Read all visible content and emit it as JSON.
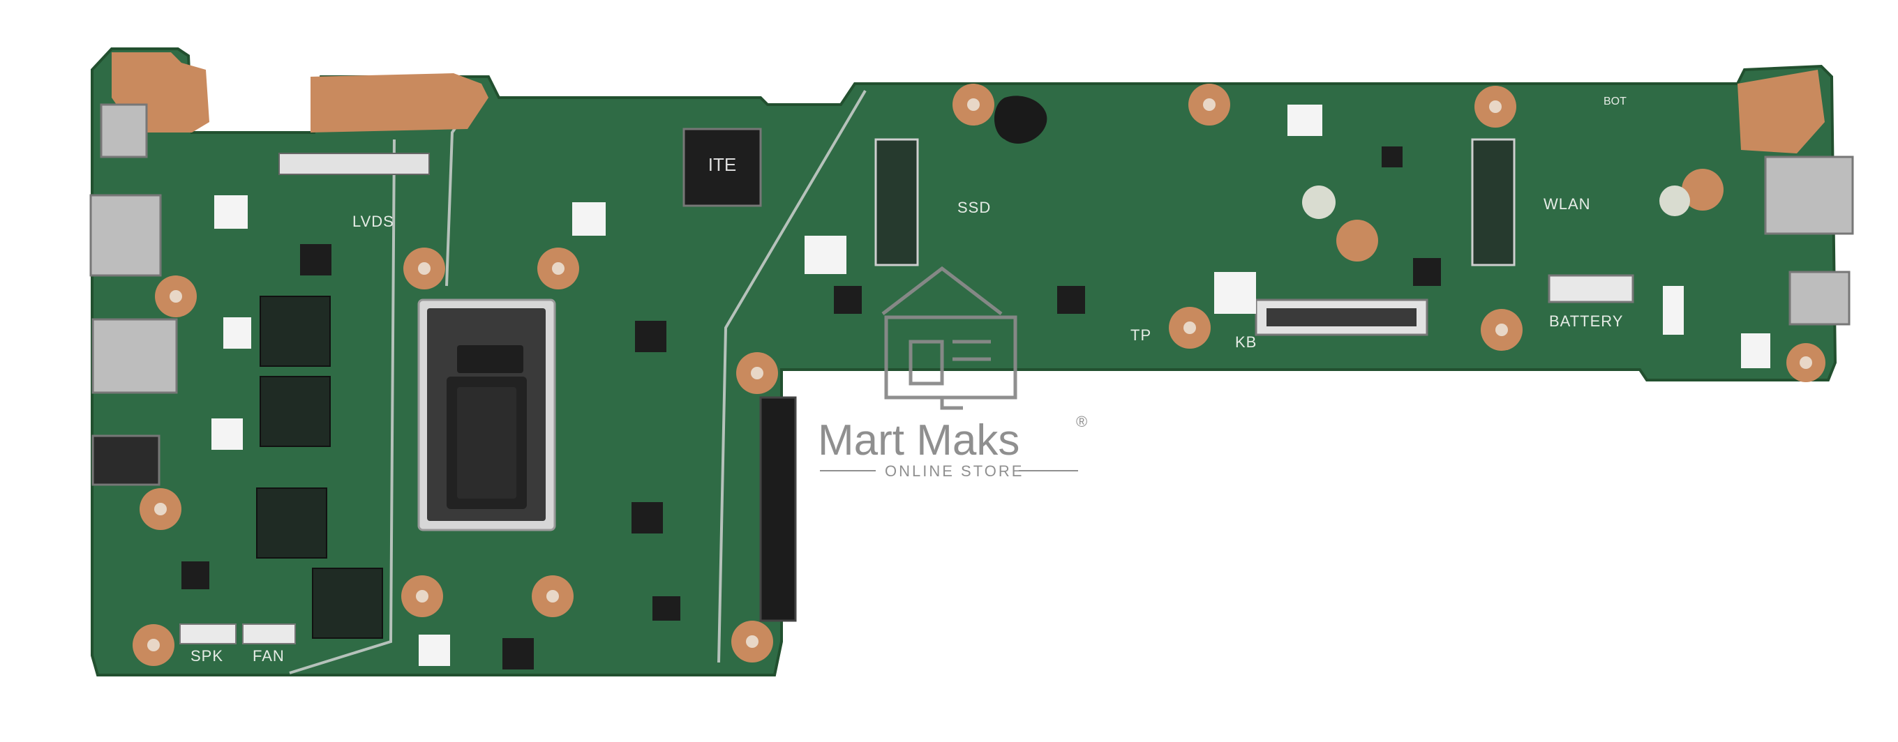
{
  "image": {
    "subject": "laptop-motherboard",
    "board_color": "#2f6b45",
    "pad_color": "#c98a5e",
    "background_color": "#ffffff"
  },
  "silkscreen": {
    "lvds": "LVDS",
    "ssd": "SSD",
    "wlan": "WLAN",
    "battery": "BATTERY",
    "tp": "TP",
    "kb": "KB",
    "spk": "SPK",
    "fan": "FAN",
    "bot": "BOT",
    "ite": "ITE"
  },
  "watermark": {
    "brand": "Mart Maks",
    "registered": "®",
    "tagline": "ONLINE STORE"
  }
}
